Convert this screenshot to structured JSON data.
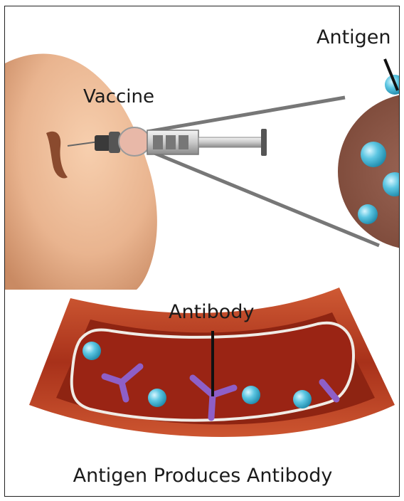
{
  "labels": {
    "antigen": "Antigen",
    "vaccine": "Vaccine",
    "antibody": "Antibody"
  },
  "caption": "Antigen Produces Antibody",
  "colors": {
    "skin": "#e9b48f",
    "skin_shadow": "#c98a63",
    "injection_mark": "#8a4a2e",
    "zoom_circle": "#8d5a4a",
    "antigen_ball": "#3fb5d6",
    "antibody": "#8e5fc7",
    "vessel_outer": "#b43a1c",
    "vessel_inner": "#8e2412",
    "vessel_membrane": "#f0ece6",
    "zoom_lines": "#777777"
  }
}
